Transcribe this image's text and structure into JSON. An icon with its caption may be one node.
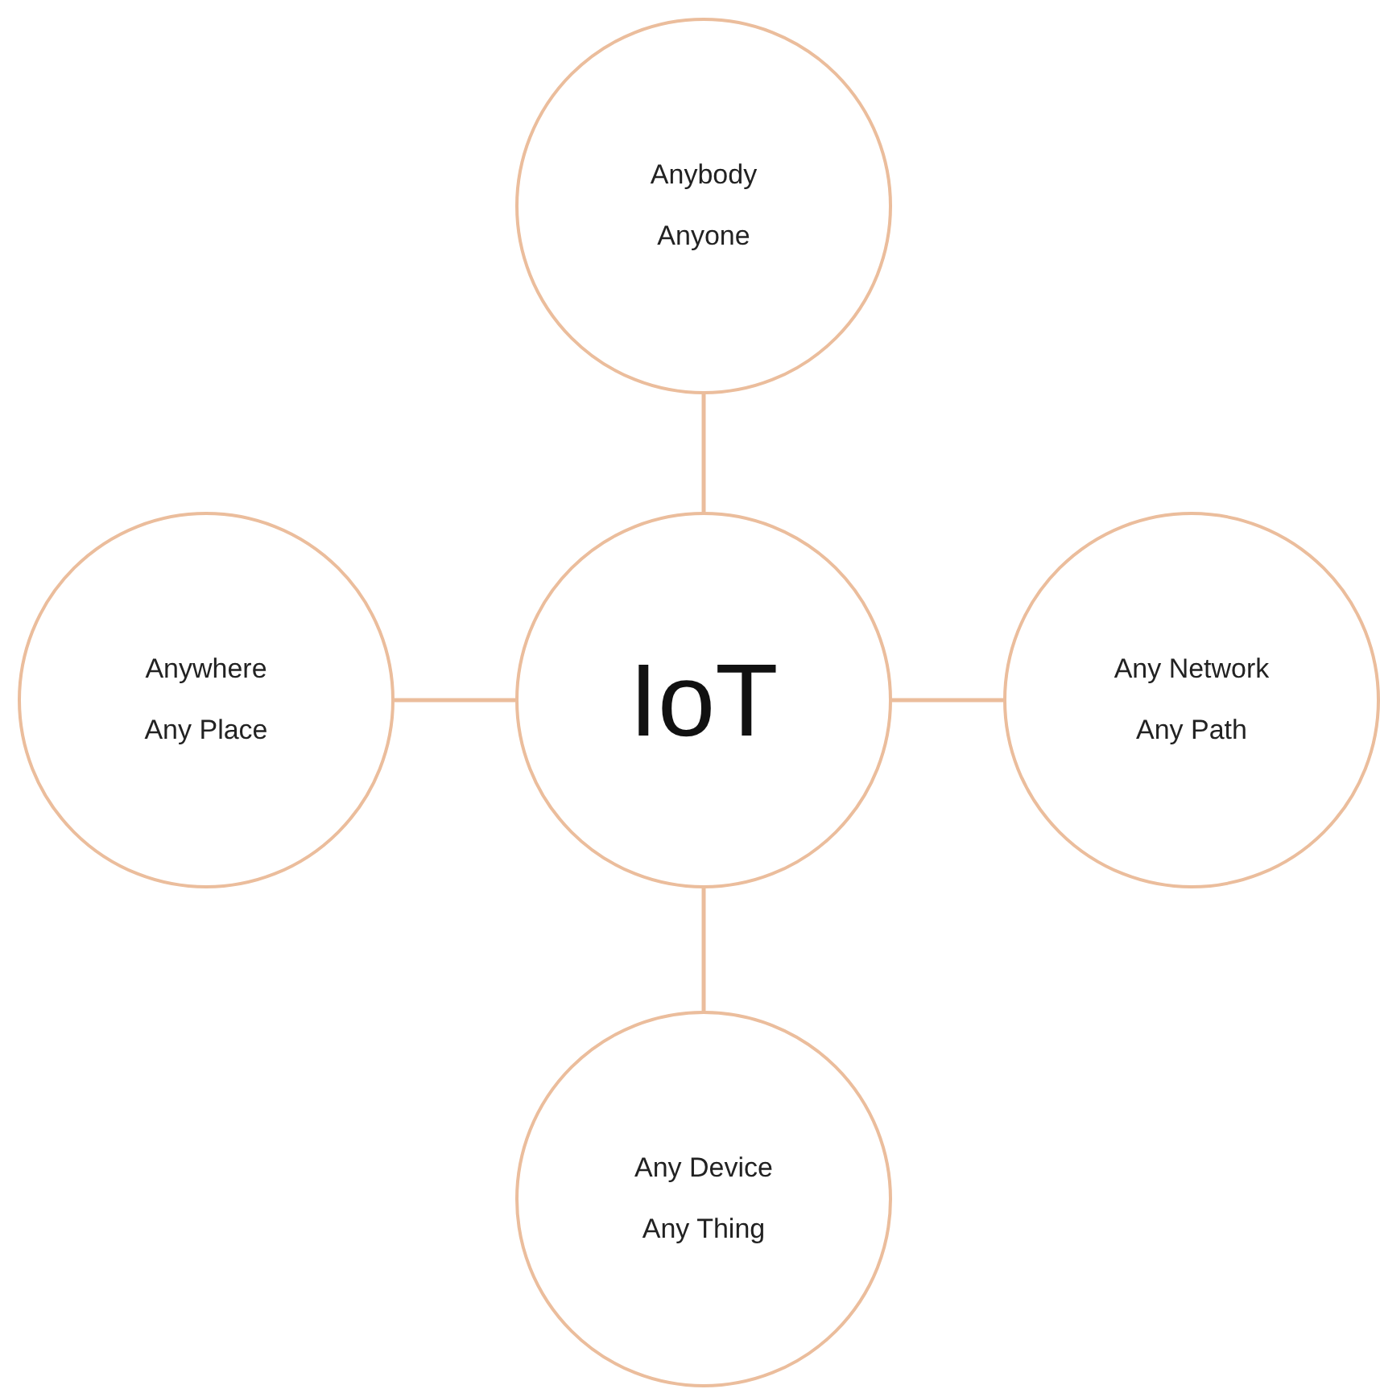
{
  "diagram": {
    "nodes": [
      {
        "text": [
          "Anybody",
          "Anyone"
        ]
      },
      {
        "text": [
          "Anywhere",
          "Any Place"
        ]
      },
      {
        "text": [
          "IoT"
        ]
      },
      {
        "text": [
          "Any Network",
          "Any Path"
        ]
      },
      {
        "text": [
          "Any Device",
          "Any Thing"
        ]
      }
    ],
    "edges": [
      {
        "from": 0,
        "to": 2,
        "arrow": "none"
      },
      {
        "from": 1,
        "to": 2,
        "arrow": "none"
      },
      {
        "from": 2,
        "to": 3,
        "arrow": "none"
      },
      {
        "from": 2,
        "to": 4,
        "arrow": "none"
      }
    ]
  }
}
